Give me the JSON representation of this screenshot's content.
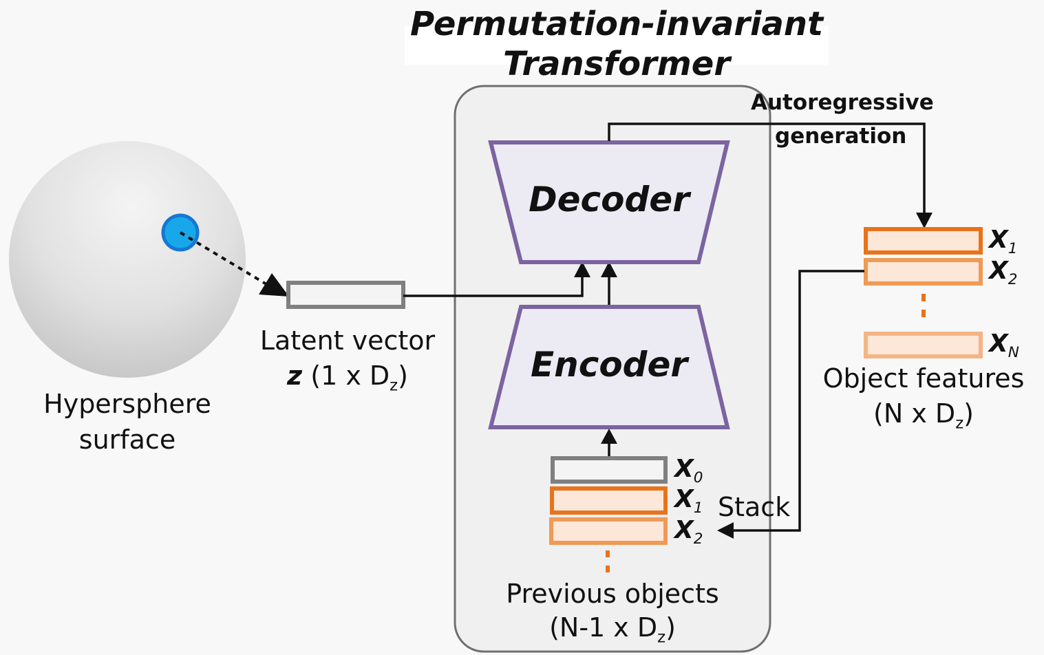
{
  "title": "Permutation-invariant Transformer",
  "decoder_label": "Decoder",
  "encoder_label": "Encoder",
  "autoregressive_line1": "Autoregressive",
  "autoregressive_line2": "generation",
  "hypersphere_line1": "Hypersphere",
  "hypersphere_line2": "surface",
  "latent_line1": "Latent vector",
  "latent_z": "z",
  "latent_dims_open": "(1 x D",
  "latent_dims_sub": "z",
  "latent_dims_close": ")",
  "object_features_line1": "Object features",
  "object_features_dims_open": "(N x D",
  "object_features_dims_sub": "z",
  "object_features_dims_close": ")",
  "previous_objects_line1": "Previous objects",
  "previous_objects_dims_open": "(N-1 x D",
  "previous_objects_dims_sub": "z",
  "previous_objects_dims_close": ")",
  "stack_label": "Stack",
  "x_symbol": "X",
  "sub_0": "0",
  "sub_1": "1",
  "sub_2": "2",
  "sub_n": "N",
  "colors": {
    "block_stroke": "#7b64a0",
    "block_fill": "#ecebf3",
    "orange_dark": "#e8731a",
    "orange_mid": "#ef9a55",
    "orange_light": "#f3b585",
    "orange_fill": "#fde7d8",
    "gray_stroke": "#808080",
    "point": "#1aa6e6"
  }
}
